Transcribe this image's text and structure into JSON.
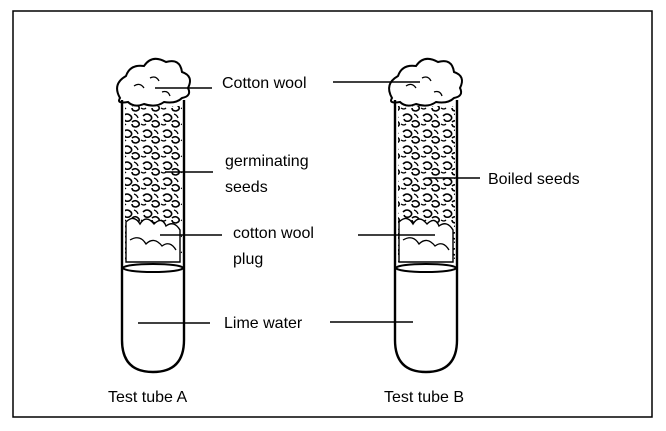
{
  "labels": {
    "cotton_wool": "Cotton wool",
    "germinating_line1": "germinating",
    "germinating_line2": "seeds",
    "boiled_seeds": "Boiled seeds",
    "plug_line1": "cotton wool",
    "plug_line2": "plug",
    "lime_water": "Lime water"
  },
  "tubes": [
    {
      "id": "A",
      "caption": "Test tube A"
    },
    {
      "id": "B",
      "caption": "Test tube B"
    }
  ],
  "colors": {
    "ink": "#000000",
    "background": "#ffffff"
  }
}
